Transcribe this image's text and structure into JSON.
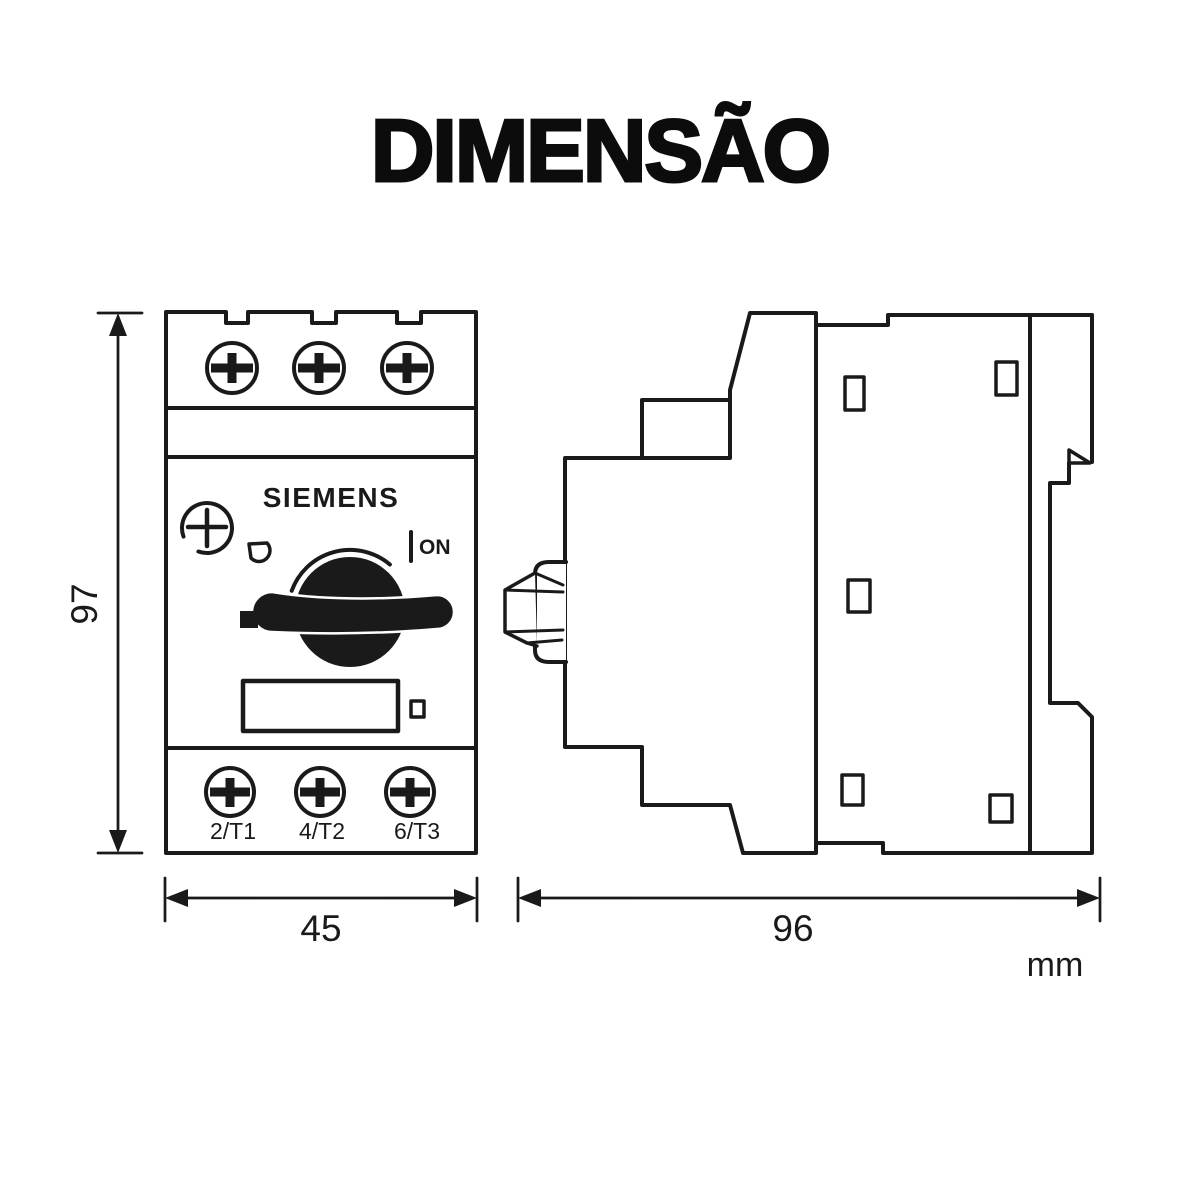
{
  "title": "DIMENSÃO",
  "unit": "mm",
  "front_view": {
    "brand": "SIEMENS",
    "on_label": "ON",
    "terminals": [
      "2/T1",
      "4/T2",
      "6/T3"
    ],
    "height_mm": "97",
    "width_mm": "45"
  },
  "side_view": {
    "depth_mm": "96"
  },
  "colors": {
    "line": "#1a1a1a",
    "knob_fill": "#1a1a1a",
    "background": "#ffffff"
  }
}
